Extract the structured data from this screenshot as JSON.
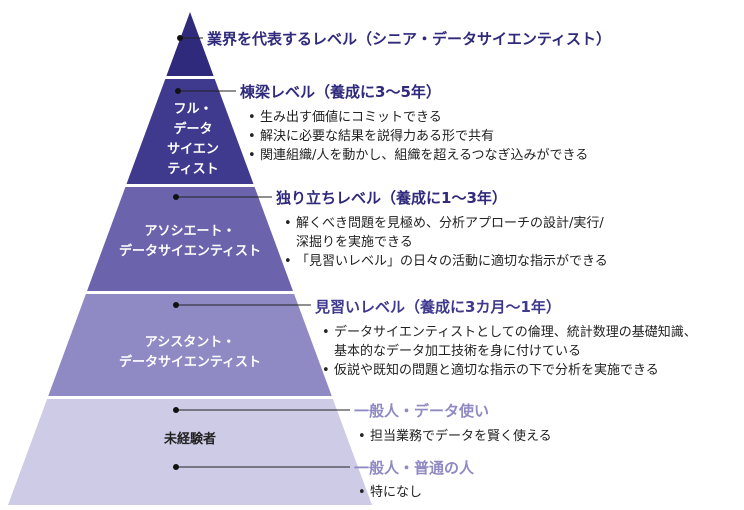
{
  "colors": {
    "tier1": "#2f2a7c",
    "tier2": "#3f3a8e",
    "tier3": "#6b64ac",
    "tier4": "#8f89c4",
    "tier5": "#cecbe6",
    "heading_dark": "#2f2a7c",
    "heading_light": "#8f89c4"
  },
  "tiers": [
    {
      "label_lines": []
    },
    {
      "label_lines": [
        "フル・",
        "データ",
        "サイエン",
        "ティスト"
      ]
    },
    {
      "label_lines": [
        "アソシエート・",
        "データサイエンティスト"
      ]
    },
    {
      "label_lines": [
        "アシスタント・",
        "データサイエンティスト"
      ]
    },
    {
      "label_lines": [
        "未経験者"
      ]
    }
  ],
  "levels": [
    {
      "title": "業界を代表するレベル（シニア・データサイエンティスト）",
      "bullets": []
    },
    {
      "title": "棟梁レベル（養成に3〜5年）",
      "bullets": [
        "生み出す価値にコミットできる",
        "解決に必要な結果を説得力ある形で共有",
        "関連組織/人を動かし、組織を超えるつなぎ込みができる"
      ]
    },
    {
      "title": "独り立ちレベル（養成に1〜3年）",
      "bullets": [
        "解くべき問題を見極め、分析アプローチの設計/実行/",
        "深掘りを実施できる",
        "「見習いレベル」の日々の活動に適切な指示ができる"
      ]
    },
    {
      "title": "見習いレベル（養成に3カ月〜1年）",
      "bullets": [
        "データサイエンティストとしての倫理、統計数理の基礎知識、",
        "基本的なデータ加工技術を身に付けている",
        "仮説や既知の問題と適切な指示の下で分析を実施できる"
      ]
    },
    {
      "title": "一般人・データ使い",
      "bullets": [
        "担当業務でデータを賢く使える"
      ]
    },
    {
      "title": "一般人・普通の人",
      "bullets": [
        "特になし"
      ]
    }
  ]
}
